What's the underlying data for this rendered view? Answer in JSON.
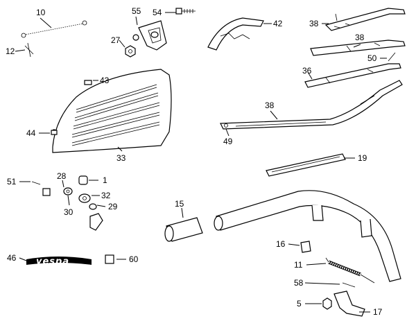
{
  "labels": [
    "10",
    "55",
    "54",
    "42",
    "38",
    "12",
    "27",
    "38",
    "50",
    "43",
    "36",
    "38",
    "44",
    "49",
    "33",
    "19",
    "51",
    "28",
    "1",
    "32",
    "15",
    "30",
    "29",
    "16",
    "46",
    "60",
    "11",
    "58",
    "5",
    "17"
  ],
  "logo_text": "vespa"
}
